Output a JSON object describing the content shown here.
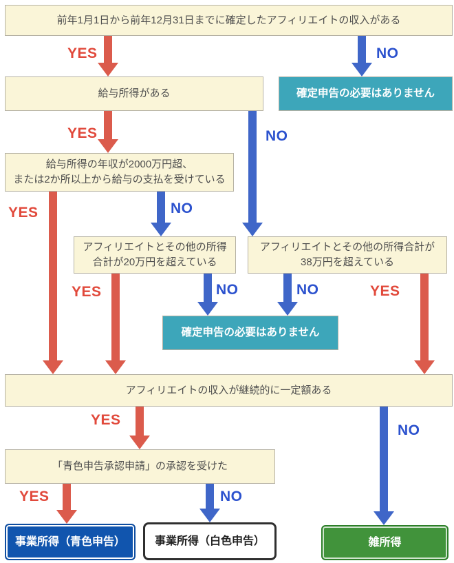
{
  "diagram_type": "flowchart",
  "language": "ja",
  "colors": {
    "question_box_bg": "#FAF5D8",
    "question_box_border": "#B5B1A3",
    "question_text": "#4E4E4E",
    "teal_result_bg": "#3DA6BA",
    "yes_arrow": "#DB5B4C",
    "yes_label": "#E1493B",
    "no_arrow": "#3F66C8",
    "no_label": "#2C52CE",
    "blue_result_bg": "#1155AE",
    "white_result_border": "#2F2F2F",
    "green_result_bg": "#41933B"
  },
  "nodes": {
    "q1": {
      "text": "前年1月1日から前年12月31日までに確定したアフィリエイトの収入がある",
      "type": "question"
    },
    "q2": {
      "text": "給与所得がある",
      "type": "question"
    },
    "no_filing_1": {
      "text": "確定申告の必要はありません",
      "type": "result"
    },
    "q3": {
      "text": "給与所得の年収が2000万円超、\nまたは2か所以上から給与の支払を受けている",
      "type": "question"
    },
    "q4": {
      "text": "アフィリエイトとその他の所得\n合計が20万円を超えている",
      "type": "question"
    },
    "q5": {
      "text": "アフィリエイトとその他の所得合計が\n38万円を超えている",
      "type": "question"
    },
    "no_filing_2": {
      "text": "確定申告の必要はありません",
      "type": "result"
    },
    "q6": {
      "text": "アフィリエイトの収入が継続的に一定額ある",
      "type": "question"
    },
    "q7": {
      "text": "「青色申告承認申請」の承認を受けた",
      "type": "question"
    },
    "result_blue": {
      "text": "事業所得（青色申告）",
      "type": "result"
    },
    "result_white": {
      "text": "事業所得（白色申告）",
      "type": "result"
    },
    "result_green": {
      "text": "雑所得",
      "type": "result"
    }
  },
  "edges": [
    {
      "from": "q1",
      "to": "q2",
      "label": "YES"
    },
    {
      "from": "q1",
      "to": "no_filing_1",
      "label": "NO"
    },
    {
      "from": "q2",
      "to": "q3",
      "label": "YES"
    },
    {
      "from": "q2",
      "to": "q5",
      "label": "NO"
    },
    {
      "from": "q3",
      "to": "q6",
      "label": "YES"
    },
    {
      "from": "q3",
      "to": "q4",
      "label": "NO"
    },
    {
      "from": "q4",
      "to": "q6",
      "label": "YES"
    },
    {
      "from": "q4",
      "to": "no_filing_2",
      "label": "NO"
    },
    {
      "from": "q5",
      "to": "no_filing_2",
      "label": "NO"
    },
    {
      "from": "q5",
      "to": "q6",
      "label": "YES"
    },
    {
      "from": "q6",
      "to": "q7",
      "label": "YES"
    },
    {
      "from": "q6",
      "to": "result_green",
      "label": "NO"
    },
    {
      "from": "q7",
      "to": "result_blue",
      "label": "YES"
    },
    {
      "from": "q7",
      "to": "result_white",
      "label": "NO"
    }
  ]
}
